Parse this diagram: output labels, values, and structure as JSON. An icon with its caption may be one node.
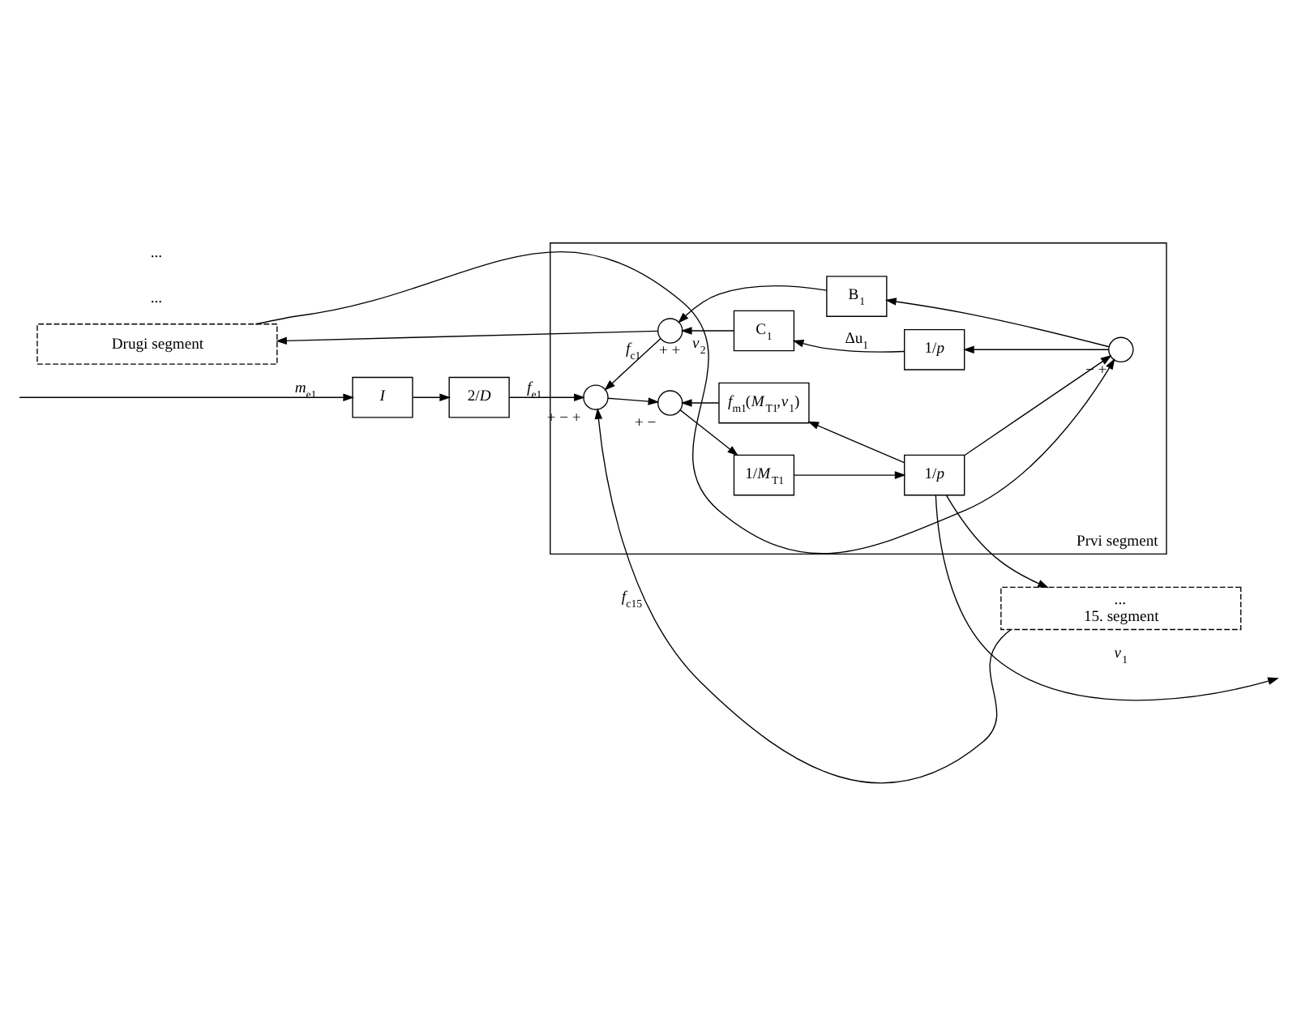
{
  "diagram": {
    "nodes": [
      {
        "text": [
          "Drugi segment"
        ]
      },
      {
        "text": [
          "Prvi segment"
        ]
      },
      {
        "text": [
          "...",
          "15. segment"
        ]
      },
      {
        "text": [
          "I"
        ]
      },
      {
        "text": [
          "2/*D*"
        ]
      },
      {
        "text": [],
        "shape": "circle",
        "in": 1,
        "beside": [
          "+",
          "−",
          "+"
        ]
      },
      {
        "text": [],
        "shape": "circle",
        "in": 1,
        "beside": [
          "+",
          "−"
        ]
      },
      {
        "text": [
          "1/*M*$_{T1}$"
        ],
        "in": 1
      },
      {
        "text": [
          "1/*p*"
        ],
        "in": 1
      },
      {
        "text": [
          "*f*$_{m1}$(*M*$_{T1}$,*v*$_{1}$)"
        ],
        "in": 1
      },
      {
        "text": [],
        "shape": "circle",
        "in": 1,
        "beside": [
          "+",
          "+"
        ]
      },
      {
        "text": [
          "C$_{1}$"
        ],
        "in": 1
      },
      {
        "text": [
          "1/*p*"
        ],
        "in": 1
      },
      {
        "text": [
          "B$_{1}$"
        ],
        "in": 1
      },
      {
        "text": [],
        "shape": "circle",
        "in": 1,
        "beside": [
          "−",
          "+"
        ]
      }
    ],
    "edges": [
      {
        "from": null,
        "to": 3,
        "arrow": "to",
        "label": "*m*$_{e1}$"
      },
      {
        "from": 3,
        "to": 4,
        "arrow": "to"
      },
      {
        "from": 4,
        "to": 5,
        "arrow": "to",
        "label": "*f*$_{e1}$"
      },
      {
        "from": 5,
        "to": 6,
        "arrow": "to"
      },
      {
        "from": 6,
        "to": 7,
        "arrow": "to"
      },
      {
        "from": 7,
        "to": 8,
        "arrow": "to"
      },
      {
        "from": 8,
        "to": null,
        "arrow": "to",
        "label": "*v*$_{1}$"
      },
      {
        "from": 8,
        "to": 9,
        "arrow": "to"
      },
      {
        "from": 8,
        "to": 14,
        "arrow": "to"
      },
      {
        "from": 8,
        "to": 2,
        "arrow": "to"
      },
      {
        "from": 9,
        "to": 6,
        "arrow": "to"
      },
      {
        "from": 0,
        "to": 14,
        "arrow": "to",
        "label": "*v*$_{2}$"
      },
      {
        "from": 14,
        "to": 13,
        "arrow": "to"
      },
      {
        "from": 14,
        "to": 12,
        "arrow": "to"
      },
      {
        "from": 12,
        "to": 11,
        "arrow": "to",
        "label": "Δu$_{1}$"
      },
      {
        "from": 11,
        "to": 10,
        "arrow": "to"
      },
      {
        "from": 13,
        "to": 10,
        "arrow": "to"
      },
      {
        "from": 10,
        "to": 5,
        "arrow": "to",
        "label": "*f*$_{c1}$"
      },
      {
        "from": 10,
        "to": 0,
        "arrow": "to"
      },
      {
        "from": 2,
        "to": 5,
        "arrow": "to",
        "label": "*f*$_{c15}$"
      }
    ],
    "labels": [
      "...",
      "..."
    ]
  }
}
